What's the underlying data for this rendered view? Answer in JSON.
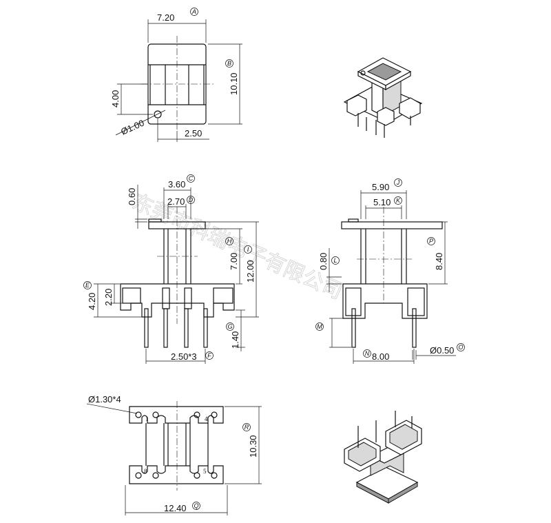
{
  "watermark": "东莞市科瑞电子有限公司",
  "dimensions": {
    "a": {
      "value": "7.20",
      "tag": "A"
    },
    "b": {
      "value": "10.10",
      "tag": "B"
    },
    "hole_offset": "4.00",
    "hole_dia": "Ø1.00",
    "hole_x": "2.50",
    "c": {
      "value": "3.60",
      "tag": "C"
    },
    "d": {
      "value": "2.70",
      "tag": "D"
    },
    "flange_t": "0.60",
    "h": {
      "value": "7.00",
      "tag": "H"
    },
    "i": {
      "value": "12.00",
      "tag": "I"
    },
    "e": {
      "value": "4.20",
      "tag": "E"
    },
    "base_h": "2.20",
    "g": {
      "value": "1.40",
      "tag": "G"
    },
    "f": {
      "value": "2.50*3",
      "tag": "F"
    },
    "j": {
      "value": "5.90",
      "tag": "J"
    },
    "k": {
      "value": "5.10",
      "tag": "K"
    },
    "p": {
      "value": "8.40",
      "tag": "P"
    },
    "l": {
      "value": "0.80",
      "tag": "L"
    },
    "m": {
      "tag": "M"
    },
    "n": {
      "value": "8.00",
      "tag": "N"
    },
    "o": {
      "value": "Ø0.50",
      "tag": "O"
    },
    "pin_holes": "Ø1.30*4",
    "r": {
      "value": "10.30",
      "tag": "R"
    },
    "q": {
      "value": "12.40",
      "tag": "Q"
    }
  },
  "pin_numbers": [
    "1",
    "4",
    "8",
    "5"
  ]
}
